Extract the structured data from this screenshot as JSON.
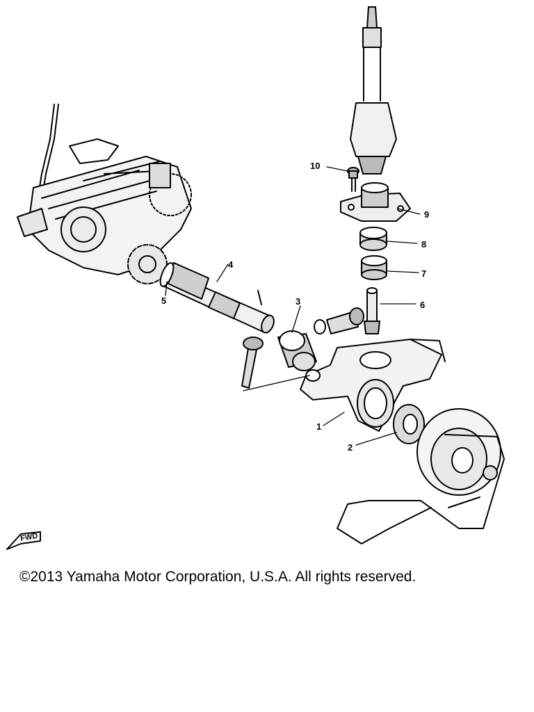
{
  "callouts": [
    "1",
    "2",
    "3",
    "4",
    "5",
    "6",
    "7",
    "8",
    "9",
    "10"
  ],
  "fwd_label": "FWD",
  "copyright": "©2013 Yamaha Motor Corporation, U.S.A. All rights reserved."
}
